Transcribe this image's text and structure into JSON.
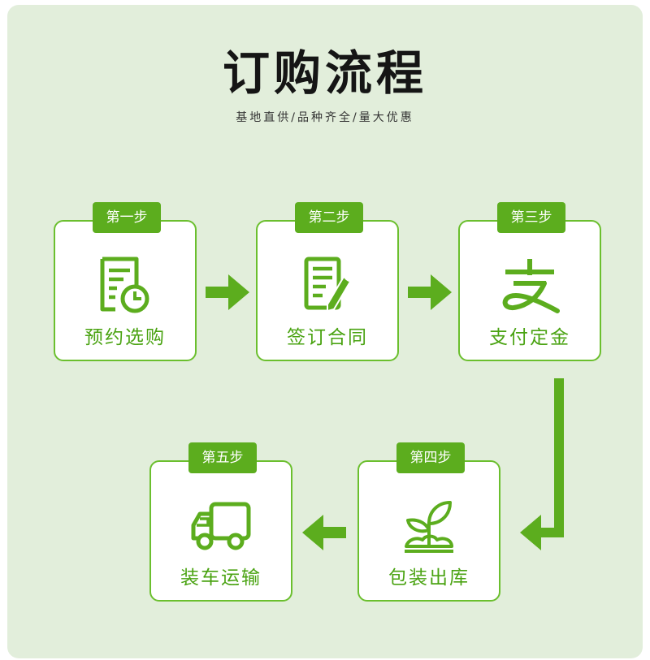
{
  "header": {
    "title": "订购流程",
    "subtitle": "基地直供/品种齐全/量大优惠"
  },
  "steps": [
    {
      "badge": "第一步",
      "label": "预约选购",
      "icon": "schedule-document-icon"
    },
    {
      "badge": "第二步",
      "label": "签订合同",
      "icon": "contract-sign-icon"
    },
    {
      "badge": "第三步",
      "label": "支付定金",
      "icon": "alipay-icon"
    },
    {
      "badge": "第四步",
      "label": "包装出库",
      "icon": "sprout-icon"
    },
    {
      "badge": "第五步",
      "label": "装车运输",
      "icon": "truck-icon"
    }
  ],
  "colors": {
    "panel_bg": "#e2eedb",
    "accent": "#5cad1e",
    "label_text": "#4aa312",
    "card_border": "#6bbf2e"
  }
}
